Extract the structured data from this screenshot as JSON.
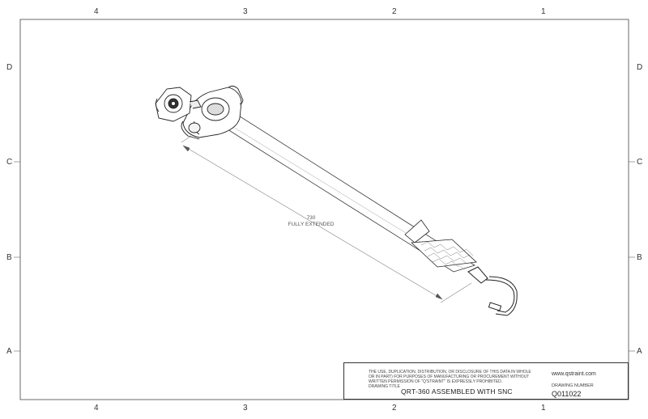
{
  "zones": {
    "columns_top": [
      "4",
      "3",
      "2",
      "1"
    ],
    "columns_bottom": [
      "4",
      "3",
      "2",
      "1"
    ],
    "rows_left": [
      "D",
      "C",
      "B",
      "A"
    ],
    "rows_right": [
      "D",
      "C",
      "B",
      "A"
    ]
  },
  "dimension": {
    "value": "730",
    "note": "FULLY EXTENDED"
  },
  "title_block": {
    "notice": "THE USE, DUPLICATION, DISTRIBUTION, OR DISCLOSURE OF THIS DATA IN WHOLE OR IN PART) FOR PURPOSES OF MANUFACTURING OR PROCUREMENT WITHOUT WRITTEN PERMISSION OF \"Q'STRAINT\" IS EXPRESSLY PROHIBITED.",
    "drawing_title_label": "DRAWING TITLE",
    "drawing_title": "QRT-360 ASSEMBLED WITH SNC",
    "website": "www.qstraint.com",
    "drawing_number_label": "DRAWING NUMBER",
    "drawing_number": "Q011022"
  }
}
